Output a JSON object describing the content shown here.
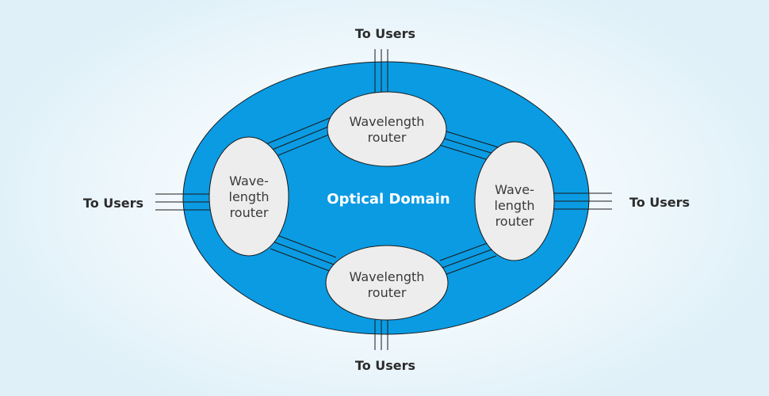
{
  "diagram": {
    "domain_label": "Optical Domain",
    "edge_labels": {
      "top": "To Users",
      "bottom": "To Users",
      "left": "To Users",
      "right": "To Users"
    },
    "routers": {
      "top": {
        "line1": "Wavelength",
        "line2": "router",
        "line3": ""
      },
      "bottom": {
        "line1": "Wavelength",
        "line2": "router",
        "line3": ""
      },
      "left": {
        "line1": "Wave-",
        "line2": "length",
        "line3": "router"
      },
      "right": {
        "line1": "Wave-",
        "line2": "length",
        "line3": "router"
      }
    },
    "colors": {
      "domain_fill": "#0a9be3",
      "router_fill": "#ededed",
      "outline": "#1a1a1a"
    }
  }
}
